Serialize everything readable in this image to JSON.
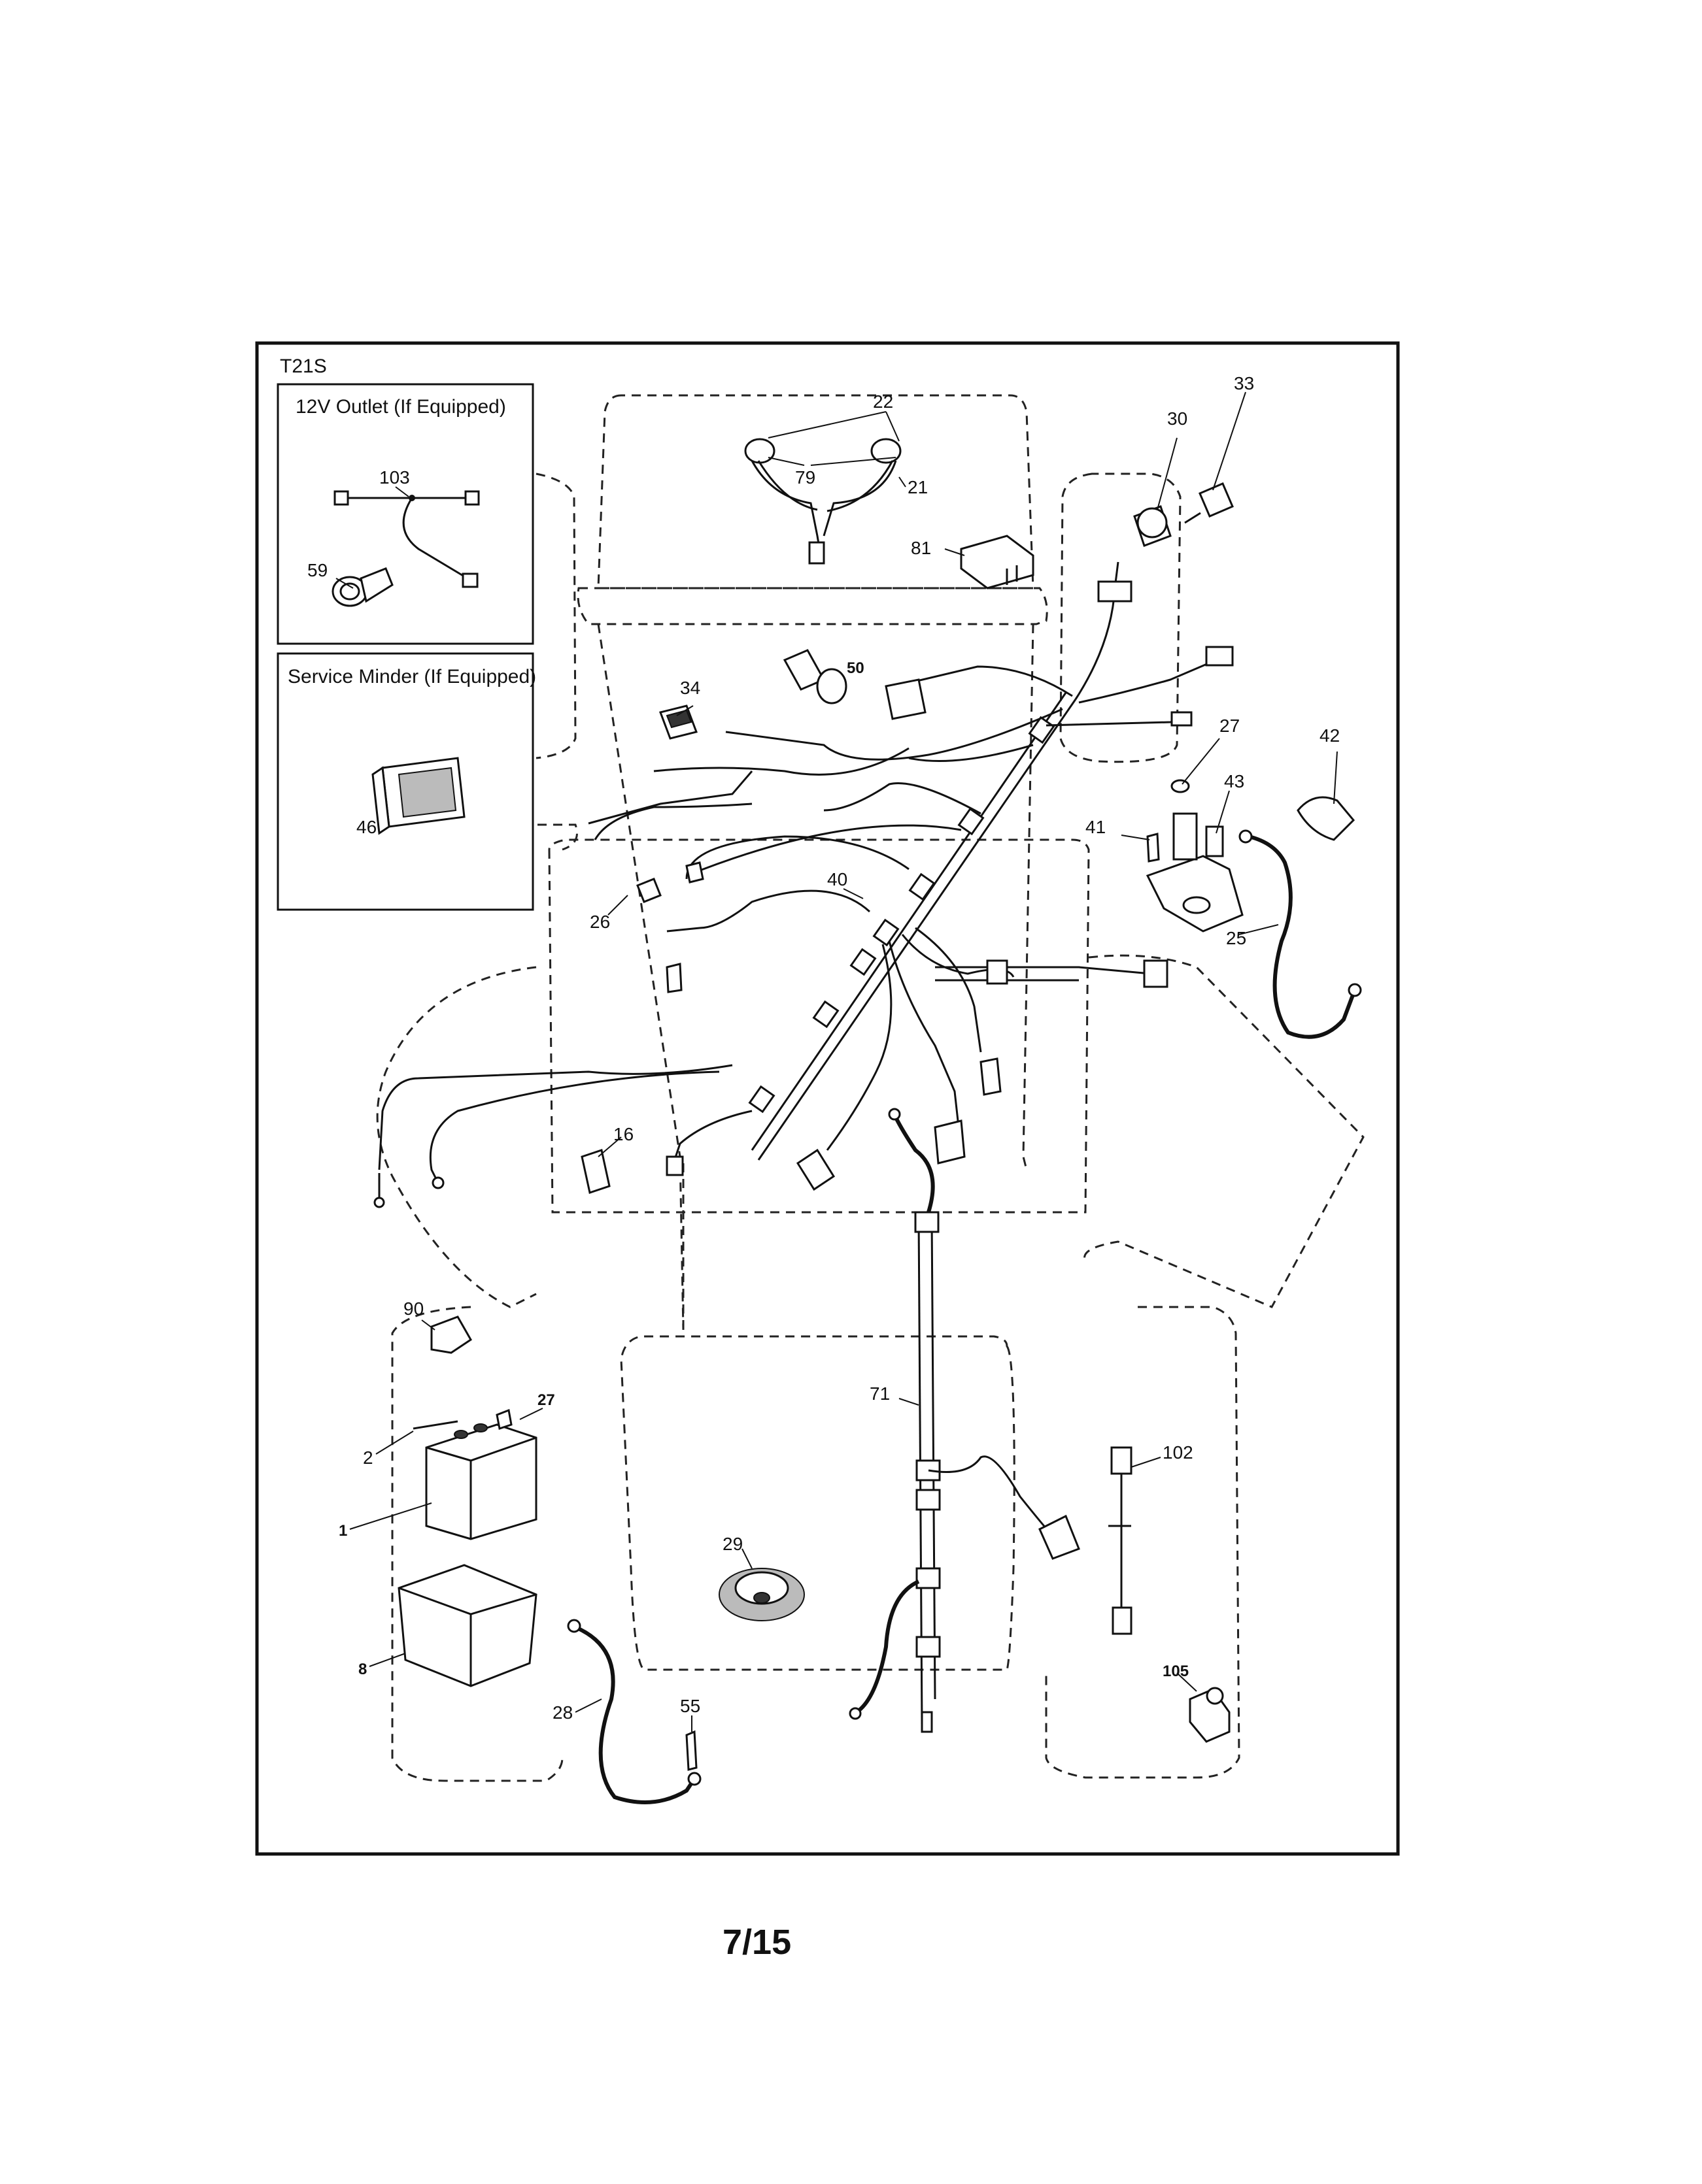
{
  "frame_code": "T21S",
  "page_number": "7/15",
  "inset_boxes": [
    {
      "title": "12V Outlet (If Equipped)"
    },
    {
      "title": "Service Minder (If Equipped)"
    }
  ],
  "callouts": [
    {
      "label": "22"
    },
    {
      "label": "79"
    },
    {
      "label": "21"
    },
    {
      "label": "33"
    },
    {
      "label": "30"
    },
    {
      "label": "81"
    },
    {
      "label": "103"
    },
    {
      "label": "59"
    },
    {
      "label": "50"
    },
    {
      "label": "34"
    },
    {
      "label": "27"
    },
    {
      "label": "42"
    },
    {
      "label": "43"
    },
    {
      "label": "41"
    },
    {
      "label": "46"
    },
    {
      "label": "40"
    },
    {
      "label": "26"
    },
    {
      "label": "25"
    },
    {
      "label": "16"
    },
    {
      "label": "90"
    },
    {
      "label": "27"
    },
    {
      "label": "2"
    },
    {
      "label": "1"
    },
    {
      "label": "71"
    },
    {
      "label": "102"
    },
    {
      "label": "29"
    },
    {
      "label": "8"
    },
    {
      "label": "28"
    },
    {
      "label": "55"
    },
    {
      "label": "105"
    }
  ]
}
